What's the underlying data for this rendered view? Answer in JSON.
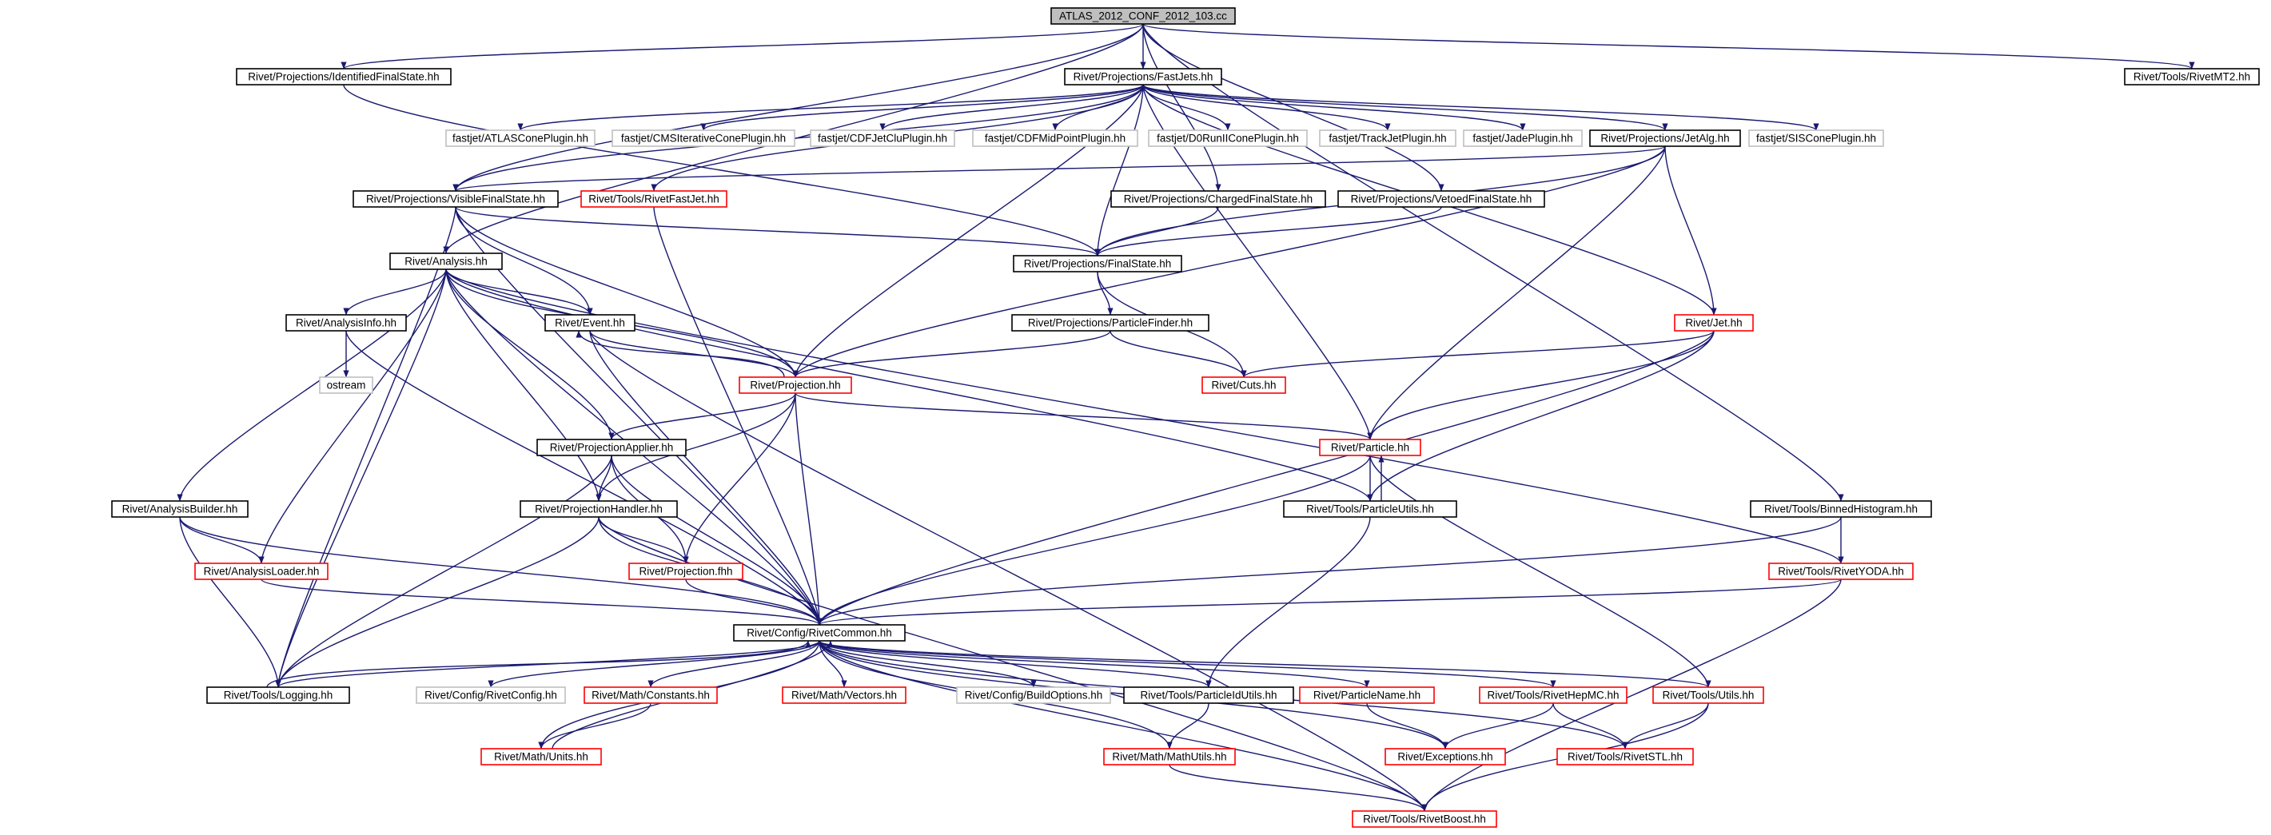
{
  "colors": {
    "edge": "#191970",
    "border_default": "#000000",
    "border_missing": "#bfbfbf",
    "border_truncated": "#ff0000",
    "root_fill": "#bfbfbf",
    "fill": "#ffffff"
  },
  "nodes": [
    {
      "id": "root",
      "label": "ATLAS_2012_CONF_2012_103.cc",
      "style": "root"
    },
    {
      "id": "idfs",
      "label": "Rivet/Projections/IdentifiedFinalState.hh",
      "style": "default"
    },
    {
      "id": "fastjets",
      "label": "Rivet/Projections/FastJets.hh",
      "style": "default"
    },
    {
      "id": "mt2",
      "label": "Rivet/Tools/RivetMT2.hh",
      "style": "default"
    },
    {
      "id": "atlascone",
      "label": "fastjet/ATLASConePlugin.hh",
      "style": "missing"
    },
    {
      "id": "cmscone",
      "label": "fastjet/CMSIterativeConePlugin.hh",
      "style": "missing"
    },
    {
      "id": "cdfjetclu",
      "label": "fastjet/CDFJetCluPlugin.hh",
      "style": "missing"
    },
    {
      "id": "cdfmid",
      "label": "fastjet/CDFMidPointPlugin.hh",
      "style": "missing"
    },
    {
      "id": "d0run",
      "label": "fastjet/D0RunIIConePlugin.hh",
      "style": "missing"
    },
    {
      "id": "trackjet",
      "label": "fastjet/TrackJetPlugin.hh",
      "style": "missing"
    },
    {
      "id": "jade",
      "label": "fastjet/JadePlugin.hh",
      "style": "missing"
    },
    {
      "id": "jetalg",
      "label": "Rivet/Projections/JetAlg.hh",
      "style": "default"
    },
    {
      "id": "siscone",
      "label": "fastjet/SISConePlugin.hh",
      "style": "missing"
    },
    {
      "id": "visfs",
      "label": "Rivet/Projections/VisibleFinalState.hh",
      "style": "default"
    },
    {
      "id": "rivetfastjet",
      "label": "Rivet/Tools/RivetFastJet.hh",
      "style": "truncated"
    },
    {
      "id": "chargedfs",
      "label": "Rivet/Projections/ChargedFinalState.hh",
      "style": "default"
    },
    {
      "id": "vetoedfs",
      "label": "Rivet/Projections/VetoedFinalState.hh",
      "style": "default"
    },
    {
      "id": "analysis",
      "label": "Rivet/Analysis.hh",
      "style": "default"
    },
    {
      "id": "finalstate",
      "label": "Rivet/Projections/FinalState.hh",
      "style": "default"
    },
    {
      "id": "analysisinfo",
      "label": "Rivet/AnalysisInfo.hh",
      "style": "default"
    },
    {
      "id": "event",
      "label": "Rivet/Event.hh",
      "style": "default"
    },
    {
      "id": "particlefinder",
      "label": "Rivet/Projections/ParticleFinder.hh",
      "style": "default"
    },
    {
      "id": "jet",
      "label": "Rivet/Jet.hh",
      "style": "truncated"
    },
    {
      "id": "ostream",
      "label": "ostream",
      "style": "missing"
    },
    {
      "id": "projection",
      "label": "Rivet/Projection.hh",
      "style": "truncated"
    },
    {
      "id": "cuts",
      "label": "Rivet/Cuts.hh",
      "style": "truncated"
    },
    {
      "id": "projapplier",
      "label": "Rivet/ProjectionApplier.hh",
      "style": "default"
    },
    {
      "id": "particle",
      "label": "Rivet/Particle.hh",
      "style": "truncated"
    },
    {
      "id": "analysisbuilder",
      "label": "Rivet/AnalysisBuilder.hh",
      "style": "default"
    },
    {
      "id": "projhandler",
      "label": "Rivet/ProjectionHandler.hh",
      "style": "default"
    },
    {
      "id": "particleutils",
      "label": "Rivet/Tools/ParticleUtils.hh",
      "style": "default"
    },
    {
      "id": "binnedhisto",
      "label": "Rivet/Tools/BinnedHistogram.hh",
      "style": "default"
    },
    {
      "id": "analysisloader",
      "label": "Rivet/AnalysisLoader.hh",
      "style": "truncated"
    },
    {
      "id": "projfhh",
      "label": "Rivet/Projection.fhh",
      "style": "truncated"
    },
    {
      "id": "rivetyoda",
      "label": "Rivet/Tools/RivetYODA.hh",
      "style": "truncated"
    },
    {
      "id": "rivetcommon",
      "label": "Rivet/Config/RivetCommon.hh",
      "style": "default"
    },
    {
      "id": "logging",
      "label": "Rivet/Tools/Logging.hh",
      "style": "default"
    },
    {
      "id": "rivetconfig",
      "label": "Rivet/Config/RivetConfig.hh",
      "style": "missing"
    },
    {
      "id": "constants",
      "label": "Rivet/Math/Constants.hh",
      "style": "truncated"
    },
    {
      "id": "vectors",
      "label": "Rivet/Math/Vectors.hh",
      "style": "truncated"
    },
    {
      "id": "buildoptions",
      "label": "Rivet/Config/BuildOptions.hh",
      "style": "missing"
    },
    {
      "id": "particleidutils",
      "label": "Rivet/Tools/ParticleIdUtils.hh",
      "style": "default"
    },
    {
      "id": "particlename",
      "label": "Rivet/ParticleName.hh",
      "style": "truncated"
    },
    {
      "id": "rivethepmc",
      "label": "Rivet/Tools/RivetHepMC.hh",
      "style": "truncated"
    },
    {
      "id": "utils",
      "label": "Rivet/Tools/Utils.hh",
      "style": "truncated"
    },
    {
      "id": "units",
      "label": "Rivet/Math/Units.hh",
      "style": "truncated"
    },
    {
      "id": "mathutils",
      "label": "Rivet/Math/MathUtils.hh",
      "style": "truncated"
    },
    {
      "id": "exceptions",
      "label": "Rivet/Exceptions.hh",
      "style": "truncated"
    },
    {
      "id": "rivetstl",
      "label": "Rivet/Tools/RivetSTL.hh",
      "style": "truncated"
    },
    {
      "id": "rivetboost",
      "label": "Rivet/Tools/RivetBoost.hh",
      "style": "truncated"
    }
  ],
  "edges": [
    [
      "root",
      "idfs"
    ],
    [
      "root",
      "fastjets"
    ],
    [
      "root",
      "mt2"
    ],
    [
      "root",
      "analysis"
    ],
    [
      "root",
      "visfs"
    ],
    [
      "root",
      "chargedfs"
    ],
    [
      "root",
      "vetoedfs"
    ],
    [
      "root",
      "binnedhisto"
    ],
    [
      "idfs",
      "finalstate"
    ],
    [
      "fastjets",
      "atlascone"
    ],
    [
      "fastjets",
      "cmscone"
    ],
    [
      "fastjets",
      "cdfjetclu"
    ],
    [
      "fastjets",
      "cdfmid"
    ],
    [
      "fastjets",
      "d0run"
    ],
    [
      "fastjets",
      "trackjet"
    ],
    [
      "fastjets",
      "jade"
    ],
    [
      "fastjets",
      "jetalg"
    ],
    [
      "fastjets",
      "siscone"
    ],
    [
      "fastjets",
      "rivetfastjet"
    ],
    [
      "fastjets",
      "finalstate"
    ],
    [
      "fastjets",
      "projection"
    ],
    [
      "fastjets",
      "particle"
    ],
    [
      "fastjets",
      "jet"
    ],
    [
      "fastjets",
      "visfs"
    ],
    [
      "jetalg",
      "finalstate"
    ],
    [
      "jetalg",
      "visfs"
    ],
    [
      "jetalg",
      "jet"
    ],
    [
      "jetalg",
      "particle"
    ],
    [
      "jetalg",
      "projection"
    ],
    [
      "visfs",
      "finalstate"
    ],
    [
      "visfs",
      "event"
    ],
    [
      "visfs",
      "projection"
    ],
    [
      "visfs",
      "rivetcommon"
    ],
    [
      "visfs",
      "logging"
    ],
    [
      "chargedfs",
      "finalstate"
    ],
    [
      "vetoedfs",
      "finalstate"
    ],
    [
      "rivetfastjet",
      "rivetcommon"
    ],
    [
      "finalstate",
      "particlefinder"
    ],
    [
      "finalstate",
      "cuts"
    ],
    [
      "particlefinder",
      "projection"
    ],
    [
      "particlefinder",
      "cuts"
    ],
    [
      "analysis",
      "analysisinfo"
    ],
    [
      "analysis",
      "event"
    ],
    [
      "analysis",
      "projection"
    ],
    [
      "analysis",
      "projapplier"
    ],
    [
      "analysis",
      "projhandler"
    ],
    [
      "analysis",
      "analysisbuilder"
    ],
    [
      "analysis",
      "analysisloader"
    ],
    [
      "analysis",
      "logging"
    ],
    [
      "analysis",
      "rivetcommon"
    ],
    [
      "analysis",
      "particleutils"
    ],
    [
      "analysis",
      "rivetyoda"
    ],
    [
      "analysisinfo",
      "ostream"
    ],
    [
      "analysisinfo",
      "rivetcommon"
    ],
    [
      "event",
      "projection"
    ],
    [
      "event",
      "rivetcommon"
    ],
    [
      "event",
      "rivetboost"
    ],
    [
      "projection",
      "event"
    ],
    [
      "projection",
      "projapplier"
    ],
    [
      "projection",
      "projhandler"
    ],
    [
      "projection",
      "projfhh"
    ],
    [
      "projection",
      "particle"
    ],
    [
      "projection",
      "rivetcommon"
    ],
    [
      "jet",
      "cuts"
    ],
    [
      "jet",
      "particle"
    ],
    [
      "jet",
      "particleutils"
    ],
    [
      "jet",
      "rivetcommon"
    ],
    [
      "projapplier",
      "projhandler"
    ],
    [
      "projapplier",
      "projfhh"
    ],
    [
      "projapplier",
      "rivetcommon"
    ],
    [
      "projapplier",
      "logging"
    ],
    [
      "particle",
      "particleutils"
    ],
    [
      "particle",
      "rivetcommon"
    ],
    [
      "particle",
      "utils"
    ],
    [
      "particleutils",
      "particle"
    ],
    [
      "particleutils",
      "particleidutils"
    ],
    [
      "analysisbuilder",
      "analysisloader"
    ],
    [
      "analysisbuilder",
      "logging"
    ],
    [
      "analysisbuilder",
      "rivetcommon"
    ],
    [
      "projhandler",
      "projfhh"
    ],
    [
      "projhandler",
      "rivetcommon"
    ],
    [
      "projhandler",
      "logging"
    ],
    [
      "projhandler",
      "rivetboost"
    ],
    [
      "binnedhisto",
      "rivetyoda"
    ],
    [
      "binnedhisto",
      "rivetcommon"
    ],
    [
      "analysisloader",
      "rivetcommon"
    ],
    [
      "projfhh",
      "rivetcommon"
    ],
    [
      "rivetyoda",
      "rivetcommon"
    ],
    [
      "rivetyoda",
      "rivetboost"
    ],
    [
      "rivetcommon",
      "logging"
    ],
    [
      "rivetcommon",
      "rivetconfig"
    ],
    [
      "rivetcommon",
      "constants"
    ],
    [
      "rivetcommon",
      "vectors"
    ],
    [
      "rivetcommon",
      "buildoptions"
    ],
    [
      "rivetcommon",
      "particleidutils"
    ],
    [
      "rivetcommon",
      "particlename"
    ],
    [
      "rivetcommon",
      "rivethepmc"
    ],
    [
      "rivetcommon",
      "utils"
    ],
    [
      "rivetcommon",
      "units"
    ],
    [
      "rivetcommon",
      "mathutils"
    ],
    [
      "rivetcommon",
      "exceptions"
    ],
    [
      "rivetcommon",
      "rivetstl"
    ],
    [
      "rivetcommon",
      "rivetboost"
    ],
    [
      "logging",
      "rivetcommon"
    ],
    [
      "constants",
      "units"
    ],
    [
      "particleidutils",
      "mathutils"
    ],
    [
      "particlename",
      "exceptions"
    ],
    [
      "rivethepmc",
      "exceptions"
    ],
    [
      "rivethepmc",
      "rivetstl"
    ],
    [
      "utils",
      "rivetstl"
    ],
    [
      "utils",
      "rivetboost"
    ],
    [
      "mathutils",
      "rivetboost"
    ],
    [
      "units",
      "rivetcommon"
    ]
  ]
}
